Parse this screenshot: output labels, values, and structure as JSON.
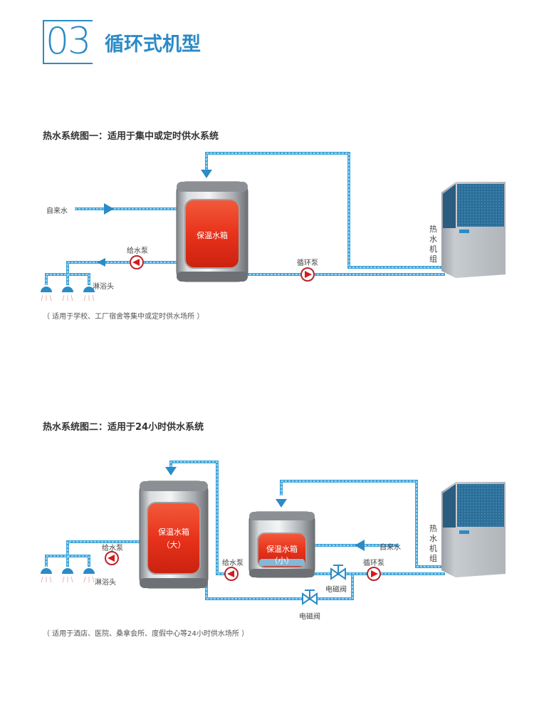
{
  "header": {
    "number": "03",
    "title": "循环式机型"
  },
  "diagram1": {
    "title": "热水系统图一：适用于集中或定时供水系统",
    "labels": {
      "tap_water": "自来水",
      "supply_pump": "给水泵",
      "circulation_pump": "循环泵",
      "shower_head": "淋浴头",
      "tank": "保温水箱",
      "heat_unit": "热水机组"
    },
    "note": "（ 适用于学校、工厂宿舍等集中或定时供水场所 ）"
  },
  "diagram2": {
    "title": "热水系统图二：适用于24小时供水系统",
    "labels": {
      "supply_pump_left": "给水泵",
      "supply_pump_mid": "给水泵",
      "circulation_pump": "循环泵",
      "tap_water": "自来水",
      "shower_head": "淋浴头",
      "large_tank": "保温水箱",
      "large_tank_size": "（大）",
      "small_tank": "保温水箱",
      "small_tank_size": "（小）",
      "solenoid_valve_upper": "电磁阀",
      "solenoid_valve_lower": "电磁阀",
      "heat_unit": "热水机组"
    },
    "note": "（ 适用于酒店、医院、桑拿会所、度假中心等24小时供水场所 ）"
  },
  "colors": {
    "accent": "#2b8bc6",
    "pipe": "#3aa3db",
    "tank_red": "#e8321c",
    "pump_red": "#d7181f",
    "steel": "#b8bcc0"
  }
}
